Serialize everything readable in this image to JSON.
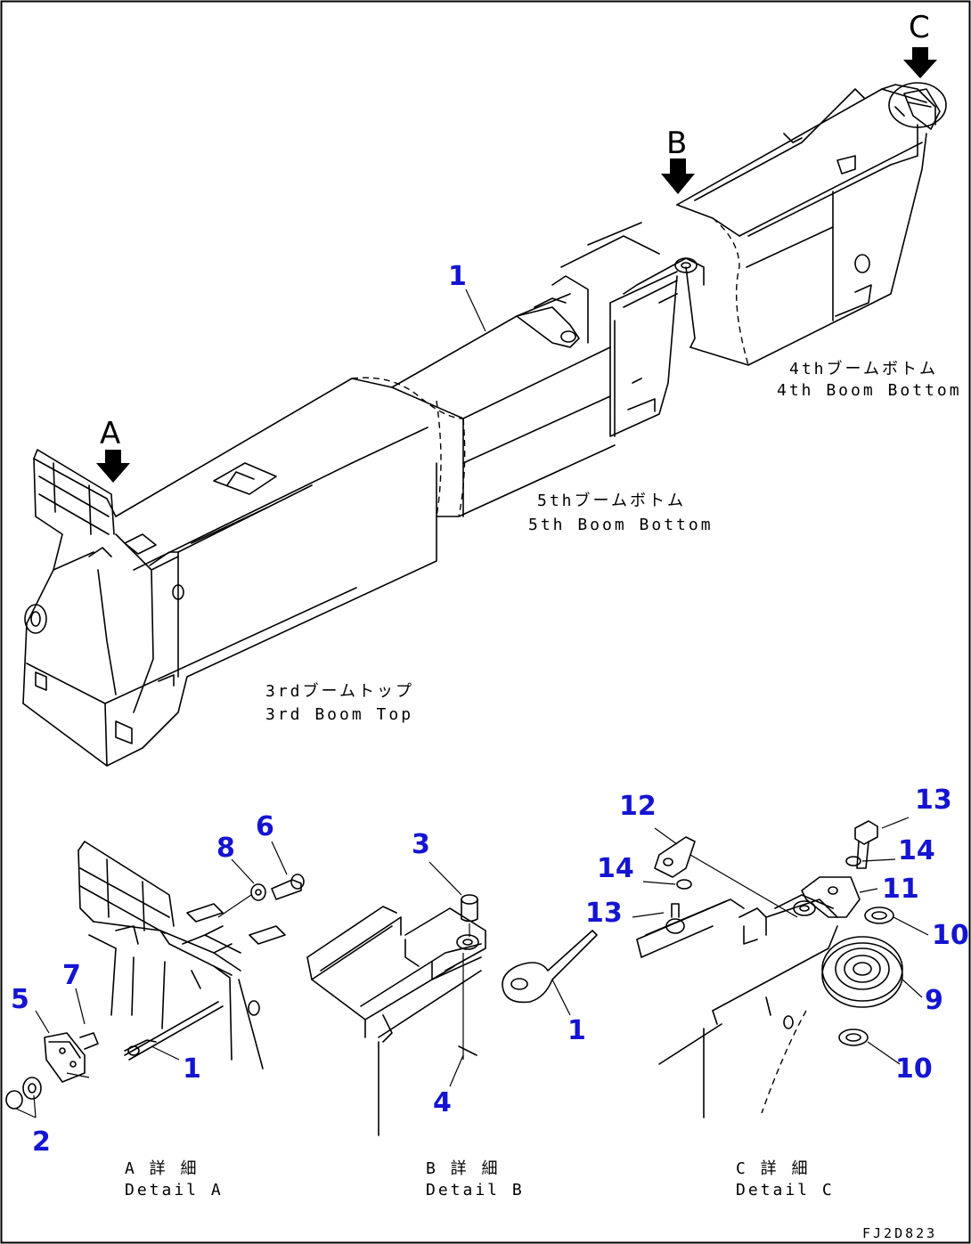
{
  "views": {
    "a": "A",
    "b": "B",
    "c": "C"
  },
  "captions": {
    "boom3_jp": "3rdブームトップ",
    "boom3_en": "3rd Boom Top",
    "boom5_jp": "5thブームボトム",
    "boom5_en": "5th Boom Bottom",
    "boom4_jp": "4thブームボトム",
    "boom4_en": "4th Boom Bottom",
    "detail_a_jp": "A 詳 細",
    "detail_a_en": "Detail A",
    "detail_b_jp": "B 詳 細",
    "detail_b_en": "Detail B",
    "detail_c_jp": "C 詳 細",
    "detail_c_en": "Detail C"
  },
  "callouts": {
    "main_1": "1",
    "a_1": "1",
    "a_2": "2",
    "a_5": "5",
    "a_6": "6",
    "a_7": "7",
    "a_8": "8",
    "b_1": "1",
    "b_3": "3",
    "b_4": "4",
    "c_9": "9",
    "c_10_top": "10",
    "c_10_bottom": "10",
    "c_11": "11",
    "c_12": "12",
    "c_13_top": "13",
    "c_13_left": "13",
    "c_14_top": "14",
    "c_14_left": "14"
  },
  "drawing_code": "FJ2D823",
  "colors": {
    "callout": "#1414d2",
    "line": "#000000",
    "background": "#ffffff"
  }
}
